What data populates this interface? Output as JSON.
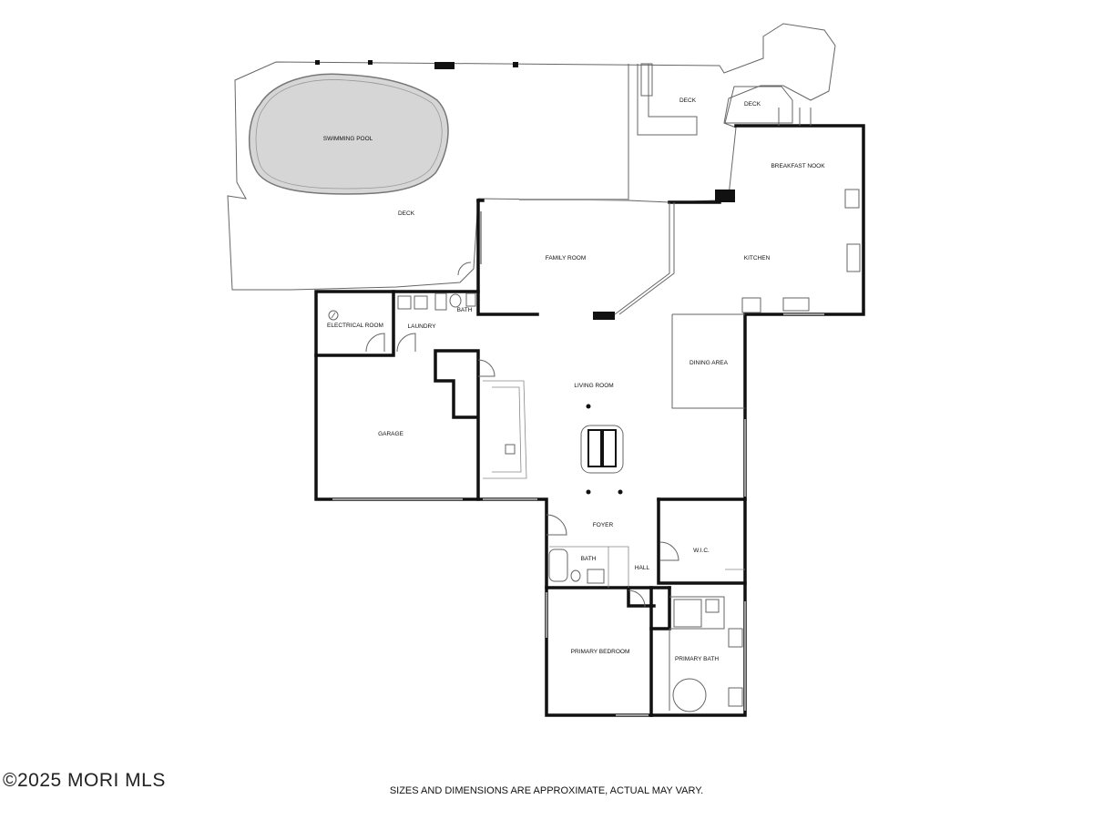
{
  "rooms": {
    "swimming_pool": "SWIMMING POOL",
    "deck_main": "DECK",
    "deck_upper": "DECK",
    "deck_small": "DECK",
    "breakfast_nook": "BREAKFAST NOOK",
    "family_room": "FAMILY ROOM",
    "kitchen": "KITCHEN",
    "electrical_room": "ELECTRICAL ROOM",
    "laundry": "LAUNDRY",
    "bath_laundry": "BATH",
    "living_room": "LIVING ROOM",
    "dining_area": "DINING AREA",
    "garage": "GARAGE",
    "foyer": "FOYER",
    "bath_hall": "BATH",
    "hall": "HALL",
    "wic": "W.I.C.",
    "primary_bedroom": "PRIMARY BEDROOM",
    "primary_bath": "PRIMARY BATH"
  },
  "footer": {
    "watermark": "©2025 MORI MLS",
    "disclaimer": "SIZES AND DIMENSIONS ARE APPROXIMATE, ACTUAL MAY VARY."
  }
}
